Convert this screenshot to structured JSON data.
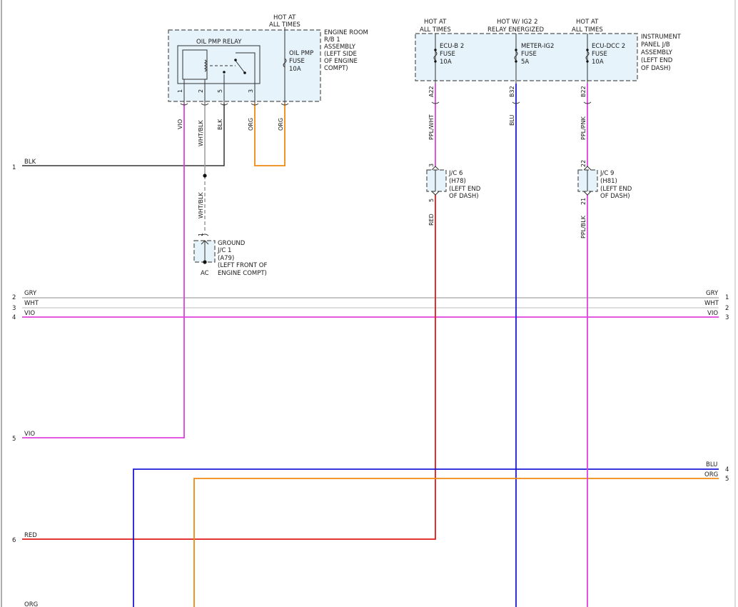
{
  "colors": {
    "BLK": "#333333",
    "WHT_BLK": "#9a9a9a",
    "ORG": "#ef8a10",
    "VIO": "#e040e0",
    "GRY": "#b4b4b4",
    "WHT": "#d2d2d2",
    "RED": "#e01818",
    "BLU": "#1a1ad8",
    "PPL_WHT": "#e040e0",
    "PPL_PNK": "#e040e0",
    "PPL_BLK": "#e040e0",
    "box_fill": "#e6f3fa"
  },
  "header": {
    "hot_at_1": "HOT AT",
    "all_times_1": "ALL TIMES",
    "hot_at_2": "HOT AT",
    "all_times_2": "ALL TIMES",
    "hot_w": "HOT W/ IG2 2",
    "relay_energized": "RELAY ENERGIZED",
    "hot_at_3": "HOT AT",
    "all_times_3": "ALL TIMES"
  },
  "engine_room": {
    "l1": "ENGINE ROOM",
    "l2": "R/B 1",
    "l3": "ASSEMBLY",
    "l4": "(LEFT SIDE",
    "l5": "OF ENGINE",
    "l6": "COMPT)"
  },
  "relay": {
    "title": "OIL PMP RELAY",
    "pins": [
      "1",
      "2",
      "5",
      "3"
    ]
  },
  "oil_fuse": {
    "l1": "OIL PMP",
    "l2": "FUSE",
    "l3": "10A"
  },
  "ipjb": {
    "l1": "INSTRUMENT",
    "l2": "PANEL J/B",
    "l3": "ASSEMBLY",
    "l4": "(LEFT END",
    "l5": "OF DASH)"
  },
  "fuses": {
    "ecub2": {
      "l1": "ECU-B 2",
      "l2": "FUSE",
      "l3": "10A",
      "pin": "A22"
    },
    "meter": {
      "l1": "METER-IG2",
      "l2": "FUSE",
      "l3": "5A",
      "pin": "B32"
    },
    "ecudcc": {
      "l1": "ECU-DCC 2",
      "l2": "FUSE",
      "l3": "10A",
      "pin": "B22"
    }
  },
  "wires_top": {
    "vio": "VIO",
    "wht_blk": "WHT/BLK",
    "blk": "BLK",
    "org1": "ORG",
    "org2": "ORG",
    "ppl_wht": "PPL/WHT",
    "blu": "BLU",
    "ppl_pnk": "PPL/PNK",
    "wht_blk2": "WHT/BLK",
    "red": "RED",
    "ppl_blk": "PPL/BLK"
  },
  "jc6": {
    "l1": "J/C 6",
    "l2": "(H78)",
    "l3": "(LEFT END",
    "l4": "OF DASH)",
    "pin_top": "3",
    "pin_bot": "5"
  },
  "jc9": {
    "l1": "J/C 9",
    "l2": "(H81)",
    "l3": "(LEFT END",
    "l4": "OF DASH)",
    "pin_top": "22",
    "pin_bot": "21"
  },
  "ground": {
    "l1": "GROUND",
    "l2": "J/C 1",
    "l3": "(A79)",
    "l4": "(LEFT FRONT OF",
    "l5": "ENGINE COMPT)",
    "pin": "1",
    "code": "AC"
  },
  "left_rows": [
    {
      "num": "1",
      "label": "BLK"
    },
    {
      "num": "2",
      "label": "GRY"
    },
    {
      "num": "3",
      "label": "WHT"
    },
    {
      "num": "4",
      "label": "VIO"
    },
    {
      "num": "5",
      "label": "VIO"
    },
    {
      "num": "6",
      "label": "RED"
    },
    {
      "num": "",
      "label": "ORG"
    }
  ],
  "right_rows": [
    {
      "num": "1",
      "label": "GRY"
    },
    {
      "num": "2",
      "label": "WHT"
    },
    {
      "num": "3",
      "label": "VIO"
    },
    {
      "num": "4",
      "label": "BLU"
    },
    {
      "num": "5",
      "label": "ORG"
    }
  ]
}
